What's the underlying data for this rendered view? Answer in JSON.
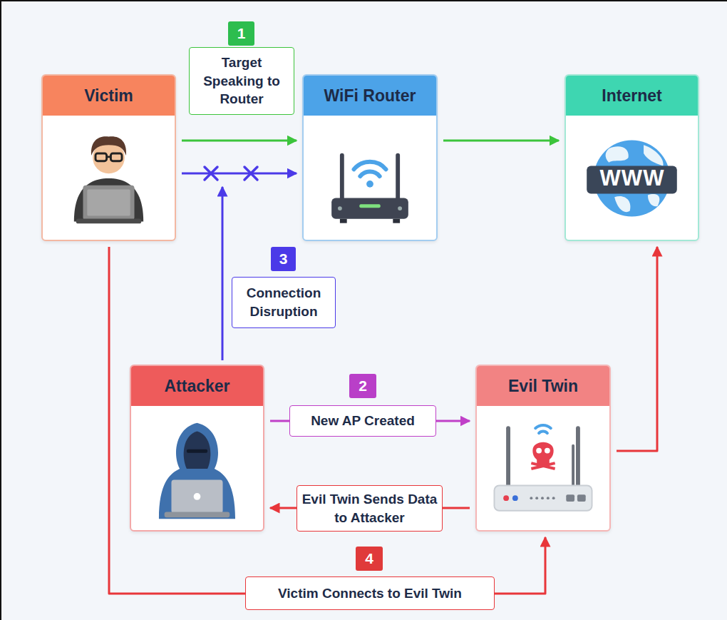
{
  "diagram": {
    "nodes": [
      {
        "text": [
          "Victim"
        ]
      },
      {
        "text": [
          "WiFi Router"
        ]
      },
      {
        "text": [
          "Internet"
        ]
      },
      {
        "text": [
          "Attacker"
        ]
      },
      {
        "text": [
          "Evil Twin"
        ]
      }
    ],
    "edges": [
      {
        "from": 0,
        "to": 1,
        "arrow": "to",
        "label": "Target Speaking to Router"
      },
      {
        "from": 0,
        "to": 1,
        "arrow": "to"
      },
      {
        "from": 1,
        "to": 2,
        "arrow": "to"
      },
      {
        "from": 3,
        "to": 4,
        "arrow": "to",
        "label": "New AP Created"
      },
      {
        "from": 4,
        "to": 2,
        "arrow": "to"
      },
      {
        "from": 4,
        "to": 3,
        "arrow": "to",
        "label": "Evil Twin Sends Data to Attacker"
      },
      {
        "from": 0,
        "to": 4,
        "arrow": "to",
        "label": "Victim Connects to Evil Twin"
      }
    ],
    "labels": [
      "1",
      "2",
      "3",
      "4",
      "Connection Disruption",
      "WWW"
    ]
  }
}
